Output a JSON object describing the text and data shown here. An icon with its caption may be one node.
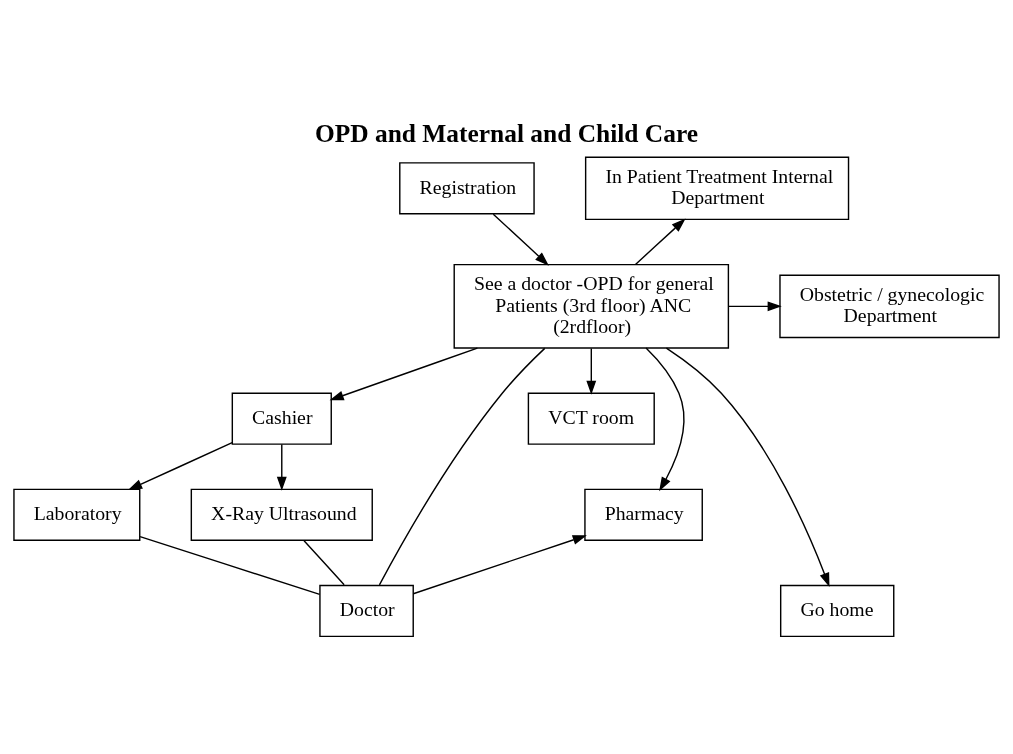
{
  "diagram": {
    "title": "OPD and Maternal and Child Care",
    "nodes": [
      {
        "text": [
          "Registration"
        ]
      },
      {
        "text": [
          "See a doctor -OPD for general Patients (3rd floor) ANC (2rdfloor)"
        ]
      },
      {
        "text": [
          "Cashier"
        ]
      },
      {
        "text": [
          "Laboratory"
        ]
      },
      {
        "text": [
          "X-Ray Ultrasound"
        ]
      },
      {
        "text": [
          "Doctor"
        ]
      },
      {
        "text": [
          "In Patient Treatment Internal Department"
        ]
      },
      {
        "text": [
          "Obstetric / gynecologic Department"
        ]
      },
      {
        "text": [
          "VCT room"
        ]
      },
      {
        "text": [
          "Pharmacy"
        ]
      },
      {
        "text": [
          "Go home"
        ]
      }
    ],
    "edges": [
      {
        "from": 0,
        "to": 1,
        "arrow": "to"
      },
      {
        "from": 1,
        "to": 6,
        "arrow": "to"
      },
      {
        "from": 1,
        "to": 7,
        "arrow": "to"
      },
      {
        "from": 1,
        "to": 8,
        "arrow": "to"
      },
      {
        "from": 1,
        "to": 9,
        "arrow": "to"
      },
      {
        "from": 1,
        "to": 10,
        "arrow": "to"
      },
      {
        "from": 1,
        "to": 2,
        "arrow": "to"
      },
      {
        "from": 1,
        "to": 5,
        "arrow": "none"
      },
      {
        "from": 2,
        "to": 3,
        "arrow": "to"
      },
      {
        "from": 2,
        "to": 4,
        "arrow": "to"
      },
      {
        "from": 3,
        "to": 5,
        "arrow": "none"
      },
      {
        "from": 4,
        "to": 5,
        "arrow": "none"
      },
      {
        "from": 5,
        "to": 9,
        "arrow": "to"
      }
    ]
  }
}
